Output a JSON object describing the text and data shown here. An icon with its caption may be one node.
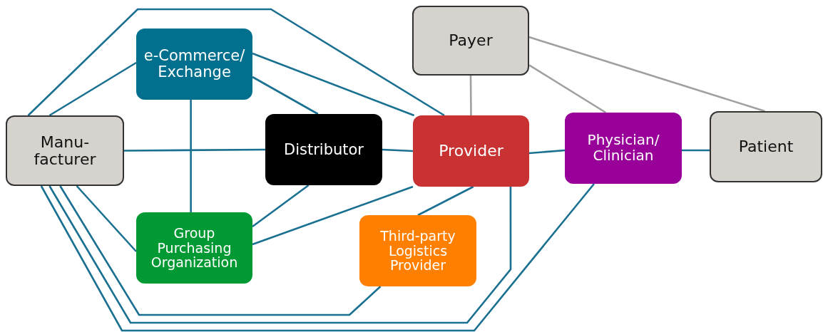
{
  "diagram": {
    "nodes": [
      {
        "text": [
          "Payer"
        ]
      },
      {
        "text": [
          "e-Commerce/ Exchange"
        ]
      },
      {
        "text": [
          "Manu- facturer"
        ]
      },
      {
        "text": [
          "Distributor"
        ]
      },
      {
        "text": [
          "Provider"
        ]
      },
      {
        "text": [
          "Physician/ Clinician"
        ]
      },
      {
        "text": [
          "Patient"
        ]
      },
      {
        "text": [
          "Group Purchasing Organization"
        ]
      },
      {
        "text": [
          "Third-party Logistics Provider"
        ]
      }
    ],
    "edges": [
      {
        "from": 2,
        "to": 1,
        "arrow": "none"
      },
      {
        "from": 2,
        "to": 4,
        "arrow": "none"
      },
      {
        "from": 1,
        "to": 3,
        "arrow": "none"
      },
      {
        "from": 1,
        "to": 4,
        "arrow": "none"
      },
      {
        "from": 1,
        "to": 7,
        "arrow": "none"
      },
      {
        "from": 2,
        "to": 3,
        "arrow": "none"
      },
      {
        "from": 3,
        "to": 4,
        "arrow": "none"
      },
      {
        "from": 3,
        "to": 7,
        "arrow": "none"
      },
      {
        "from": 4,
        "to": 7,
        "arrow": "none"
      },
      {
        "from": 4,
        "to": 8,
        "arrow": "none"
      },
      {
        "from": 4,
        "to": 5,
        "arrow": "none"
      },
      {
        "from": 5,
        "to": 6,
        "arrow": "none"
      },
      {
        "from": 0,
        "to": 4,
        "arrow": "none",
        "color": "#a0a0a0"
      },
      {
        "from": 0,
        "to": 5,
        "arrow": "none",
        "color": "#a0a0a0"
      },
      {
        "from": 0,
        "to": 6,
        "arrow": "none",
        "color": "#a0a0a0"
      },
      {
        "from": 2,
        "to": 7,
        "arrow": "none"
      },
      {
        "from": 2,
        "to": 8,
        "arrow": "none"
      },
      {
        "from": 2,
        "to": 4,
        "arrow": "none"
      },
      {
        "from": 2,
        "to": 5,
        "arrow": "none"
      }
    ]
  }
}
